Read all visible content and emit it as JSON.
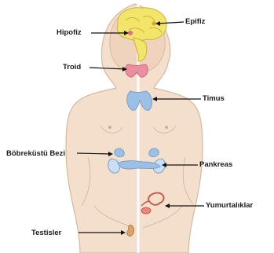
{
  "labels": {
    "hipofiz": "Hipofiz",
    "epifiz": "Epifiz",
    "troid": "Troid",
    "timus": "Timus",
    "bobrekustu": "Böbreküstü Bezi",
    "pankreas": "Pankreas",
    "yumurtaliklar": "Yumurtalıklar",
    "testisler": "Testisler"
  },
  "colors": {
    "skin": "#f4dfcd",
    "skin_outline": "#d7b89f",
    "brain": "#f3e56a",
    "brain_outline": "#c9b53c",
    "thyroid": "#e98f9f",
    "thymus": "#9cc0e5",
    "pancreas": "#9cc0e5",
    "adrenal": "#c8dff5",
    "ovary": "#e9887a",
    "testis": "#d9a36a",
    "pointer": "#111111",
    "midline": "#ffffff"
  },
  "icons": {
    "figure": "endocrine-body-illustration"
  }
}
